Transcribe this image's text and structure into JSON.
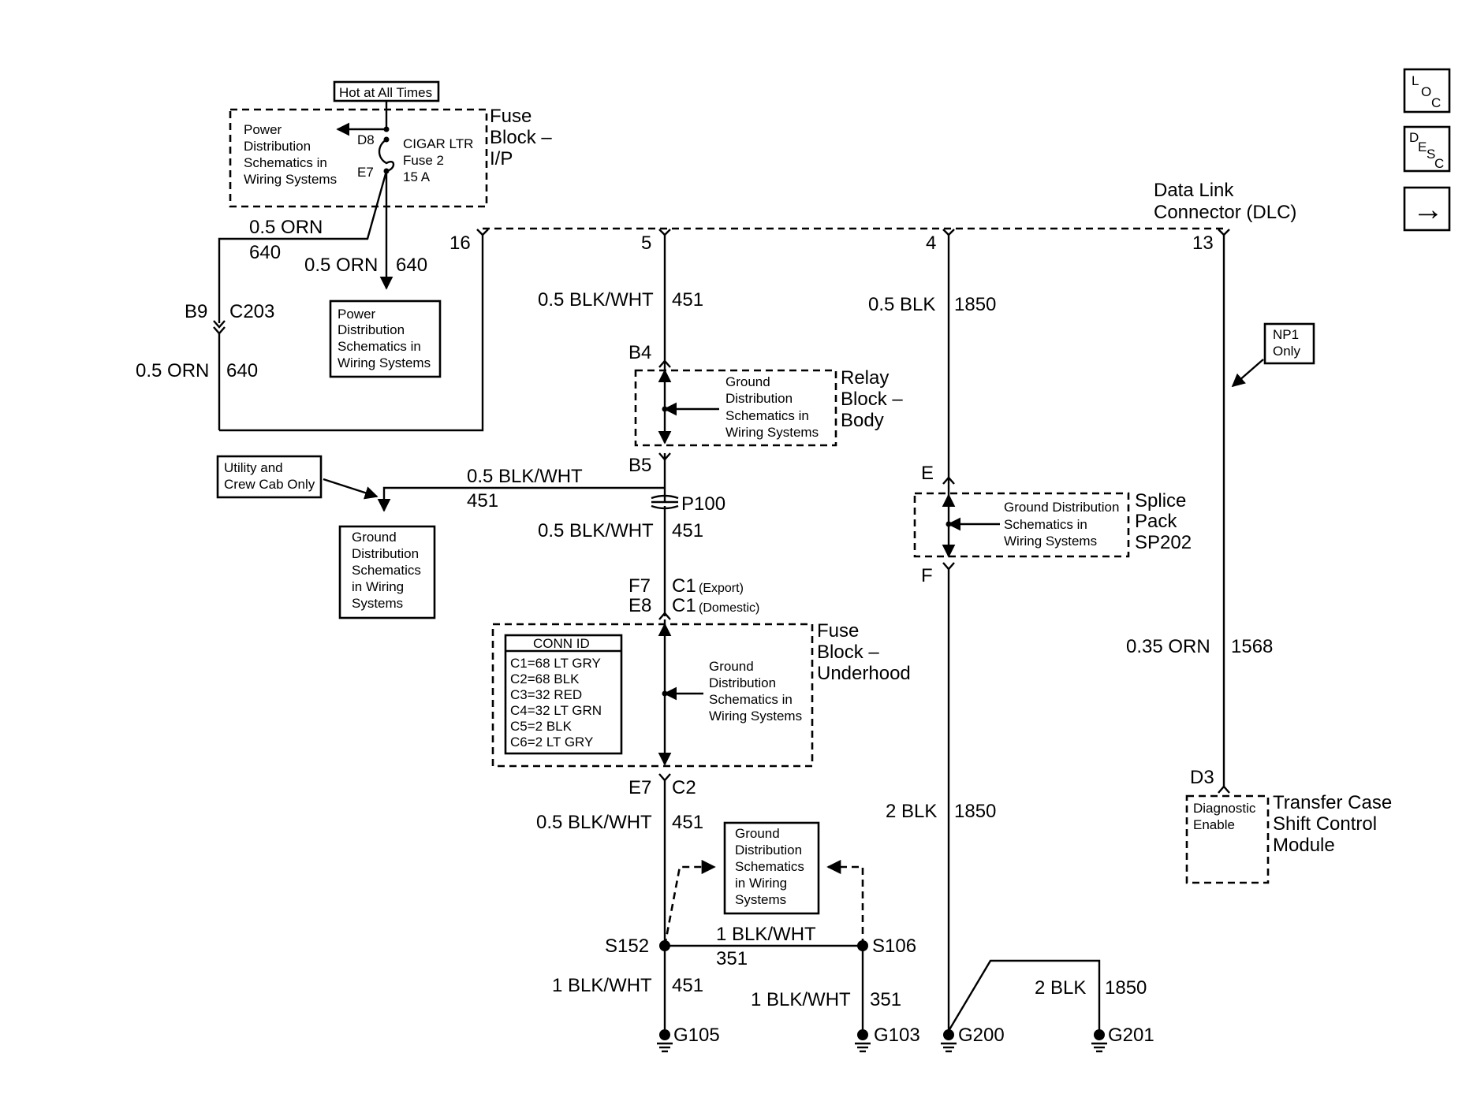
{
  "hot_label": "Hot at All Times",
  "fuse_ip": {
    "name": [
      "Fuse",
      "Block –",
      "I/P"
    ],
    "ref_text": [
      "Power",
      "Distribution",
      "Schematics in",
      "Wiring Systems"
    ],
    "fuse_text": [
      "CIGAR LTR",
      "Fuse 2",
      "15 A"
    ],
    "pin_d8": "D8",
    "pin_e7": "E7"
  },
  "power_ref_box": [
    "Power",
    "Distribution",
    "Schematics in",
    "Wiring Systems"
  ],
  "dlc": {
    "name": [
      "Data Link",
      "Connector (DLC)"
    ],
    "pins": [
      "16",
      "5",
      "4",
      "13"
    ]
  },
  "wires": {
    "orn_left_a": "0.5 ORN",
    "orn_left_a_num": "640",
    "orn_mid": "0.5 ORN",
    "orn_mid_num": "640",
    "orn_left_b": "0.5 ORN",
    "orn_left_b_num": "640",
    "bw_top": "0.5 BLK/WHT",
    "bw_top_num": "451",
    "blk_top": "0.5 BLK",
    "blk_top_num": "1850",
    "bw_branch": "0.5 BLK/WHT",
    "bw_branch_num": "451",
    "bw_mid": "0.5 BLK/WHT",
    "bw_mid_num": "451",
    "bw_low": "0.5 BLK/WHT",
    "bw_low_num": "451",
    "orn_right": "0.35 ORN",
    "orn_right_num": "1568",
    "blk_2": "2 BLK",
    "blk_2_num": "1850",
    "bw_s": "1 BLK/WHT",
    "bw_s_num": "351",
    "bw_g105": "1 BLK/WHT",
    "bw_g105_num": "451",
    "bw_g103": "1 BLK/WHT",
    "bw_g103_num": "351",
    "blk_g201": "2 BLK",
    "blk_g201_num": "1850"
  },
  "c203": {
    "pin": "B9",
    "name": "C203"
  },
  "relay_block": {
    "name": [
      "Relay",
      "Block –",
      "Body"
    ],
    "ref_text": [
      "Ground",
      "Distribution",
      "Schematics in",
      "Wiring Systems"
    ],
    "pin_top": "B4",
    "pin_bottom": "B5"
  },
  "utility_note": [
    "Utility and",
    "Crew Cab Only"
  ],
  "ground_ref_left": [
    "Ground",
    "Distribution",
    "Schematics",
    "in Wiring",
    "Systems"
  ],
  "p100": "P100",
  "c1": {
    "pin_export": "F7",
    "pin_domestic": "E8",
    "name_export": "C1",
    "note_export": "(Export)",
    "name_domestic": "C1",
    "note_domestic": "(Domestic)"
  },
  "fuse_underhood": {
    "name": [
      "Fuse",
      "Block –",
      "Underhood"
    ],
    "ref_text": [
      "Ground",
      "Distribution",
      "Schematics in",
      "Wiring Systems"
    ],
    "conn_id_title": "CONN ID",
    "conn_id_rows": [
      "C1=68 LT GRY",
      "C2=68 BLK",
      "C3=32 RED",
      "C4=32 LT GRN",
      "C5=2 BLK",
      "C6=2 LT GRY"
    ],
    "pin_bottom": "E7",
    "conn_bottom": "C2"
  },
  "splice_pack": {
    "name": [
      "Splice",
      "Pack",
      "SP202"
    ],
    "ref_text": [
      "Ground Distribution",
      "Schematics in",
      "Wiring Systems"
    ],
    "pin_top": "E",
    "pin_bottom": "F"
  },
  "np1_note": [
    "NP1",
    "Only"
  ],
  "tcscm": {
    "name": [
      "Transfer Case",
      "Shift Control",
      "Module"
    ],
    "pin": "D3",
    "inner": [
      "Diagnostic",
      "Enable"
    ]
  },
  "ground_ref_bottom": [
    "Ground",
    "Distribution",
    "Schematics",
    "in Wiring",
    "Systems"
  ],
  "splices": {
    "s152": "S152",
    "s106": "S106"
  },
  "grounds": {
    "g105": "G105",
    "g103": "G103",
    "g200": "G200",
    "g201": "G201"
  },
  "nav": {
    "loc": [
      "L",
      "O",
      "C"
    ],
    "desc": [
      "D",
      "E",
      "S",
      "C"
    ],
    "next": "→"
  }
}
